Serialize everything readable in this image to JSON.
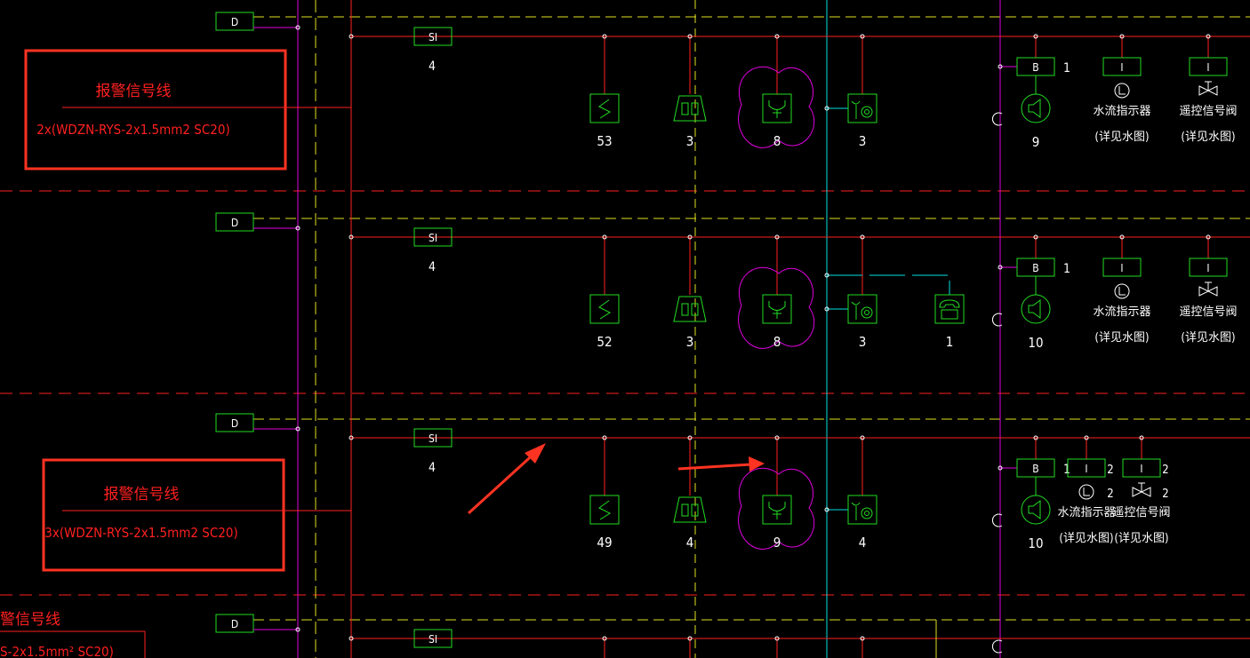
{
  "colors": {
    "background": "#000000",
    "red": "#ff2020",
    "green": "#22dd22",
    "magenta": "#e000e0",
    "cyan": "#00e0e0",
    "yellow": "#e0e020",
    "white": "#ffffff",
    "annotation": "#ff3322"
  },
  "callouts": [
    {
      "title": "报警信号线",
      "spec": "2x(WDZN-RYS-2x1.5mm2  SC20)"
    },
    {
      "title": "报警信号线",
      "spec": "3x(WDZN-RYS-2x1.5mm2  SC20)"
    },
    {
      "title": "警信号线",
      "spec": "S-2x1.5mm² SC20)"
    }
  ],
  "floors": [
    {
      "d_label": "D",
      "si_label": "SI",
      "si_count": "4",
      "devices": [
        {
          "icon": "smoke-detector-icon",
          "count": "53"
        },
        {
          "icon": "manual-alarm-button-icon",
          "count": "3"
        },
        {
          "icon": "hydrant-button-icon",
          "count": "8"
        },
        {
          "icon": "alarm-bell-icon",
          "count": "3"
        }
      ],
      "b_label": "B",
      "b_count": "1",
      "speaker_count": "9",
      "modules": [
        {
          "label": "I",
          "name": "水流指示器",
          "note": "(详见水图)",
          "symbol": "L"
        },
        {
          "label": "I",
          "name": "遥控信号阀",
          "note": "(详见水图)",
          "symbol": "valve"
        }
      ]
    },
    {
      "d_label": "D",
      "si_label": "SI",
      "si_count": "4",
      "devices": [
        {
          "icon": "smoke-detector-icon",
          "count": "52"
        },
        {
          "icon": "manual-alarm-button-icon",
          "count": "3"
        },
        {
          "icon": "hydrant-button-icon",
          "count": "8"
        },
        {
          "icon": "alarm-bell-icon",
          "count": "3"
        },
        {
          "icon": "fire-telephone-icon",
          "count": "1"
        }
      ],
      "b_label": "B",
      "b_count": "1",
      "speaker_count": "10",
      "modules": [
        {
          "label": "I",
          "name": "水流指示器",
          "note": "(详见水图)",
          "symbol": "L"
        },
        {
          "label": "I",
          "name": "遥控信号阀",
          "note": "(详见水图)",
          "symbol": "valve"
        }
      ]
    },
    {
      "d_label": "D",
      "si_label": "SI",
      "si_count": "4",
      "devices": [
        {
          "icon": "smoke-detector-icon",
          "count": "49"
        },
        {
          "icon": "manual-alarm-button-icon",
          "count": "4"
        },
        {
          "icon": "hydrant-button-icon",
          "count": "9"
        },
        {
          "icon": "alarm-bell-icon",
          "count": "4"
        }
      ],
      "b_label": "B",
      "b_count": "1",
      "speaker_count": "10",
      "modules": [
        {
          "label": "I",
          "count": "2",
          "name": "水流指示器",
          "name_count": "2",
          "note": "(详见水图)",
          "symbol": "L"
        },
        {
          "label": "I",
          "count": "2",
          "name": "遥控信号阀",
          "name_count": "2",
          "note": "(详见水图)",
          "symbol": "valve"
        }
      ]
    },
    {
      "d_label": "D",
      "si_label": "SI"
    }
  ]
}
